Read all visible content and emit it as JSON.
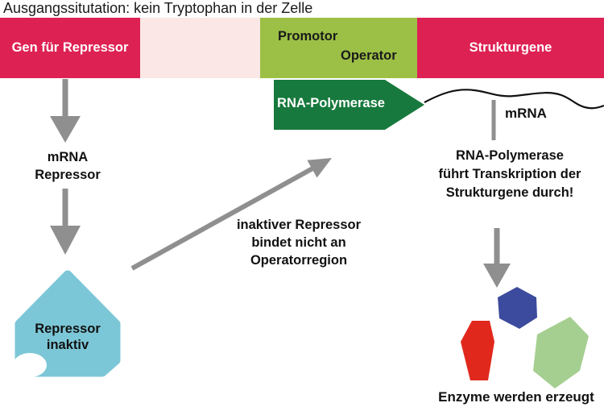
{
  "title": "Ausgangssitutation: kein Tryptophan in der Zelle",
  "gene_bar": {
    "repressor_gene_label": "Gen für Repressor",
    "promotor_label": "Promotor",
    "operator_label": "Operator",
    "structural_genes_label": "Strukturgene"
  },
  "left_pathway": {
    "mrna_line1": "mRNA",
    "mrna_line2": "Repressor",
    "repressor_line1": "Repressor",
    "repressor_line2": "inaktiv"
  },
  "center_note": {
    "line1": "inaktiver Repressor",
    "line2": "bindet nicht an",
    "line3": "Operatorregion"
  },
  "transcription": {
    "rna_polymerase_label": "RNA-Polymerase",
    "mrna_label": "mRNA",
    "note_line1": "RNA-Polymerase",
    "note_line2": "führt Transkription der",
    "note_line3": "Strukturgene durch!",
    "enzymes_label": "Enzyme werden erzeugt"
  },
  "colors": {
    "bar-crimson": "#de2153",
    "bar-pink": "#fae7e6",
    "bar-green": "#9cc046",
    "polymerase-green": "#17793d",
    "repressor-blue": "#7cc7d7",
    "enzyme-blue": "#3c4b9d",
    "enzyme-red": "#e1281c",
    "enzyme-green": "#a5cf90",
    "arrow-gray": "#8f8f8f",
    "text-dark": "#1a1a1a"
  }
}
